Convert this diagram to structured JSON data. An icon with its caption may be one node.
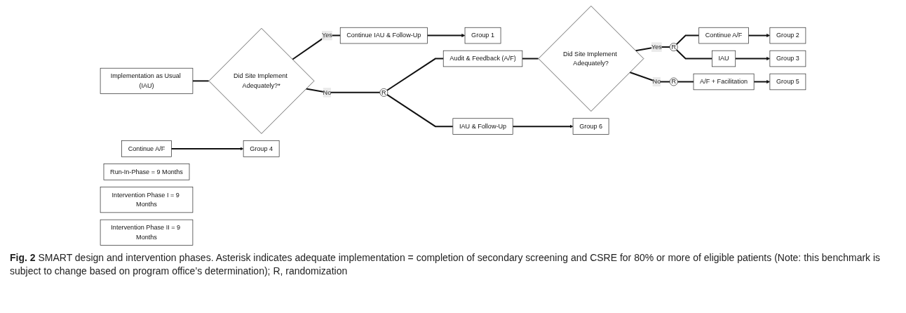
{
  "diagram": {
    "caption": "**Fig. 2** SMART design and intervention phases. Asterisk indicates adequate implementation = completion of secondary screening and CSRE for 80% or more of eligible patients (Note: this benchmark is subject to change based on program office’s determination); R, randomization",
    "nodes": [
      {
        "text": [
          "Implementation as Usual (IAU)"
        ]
      },
      {
        "text": [
          "Did Site Implement Adequately?*"
        ]
      },
      {
        "text": [
          "Continue IAU & Follow-Up"
        ]
      },
      {
        "text": [
          "Group 1"
        ]
      },
      {
        "text": [
          "R"
        ]
      },
      {
        "text": [
          "Audit & Feedback (A/F)"
        ]
      },
      {
        "text": [
          "Did Site Implement Adequately?"
        ]
      },
      {
        "text": [
          "R"
        ]
      },
      {
        "text": [
          "Continue A/F"
        ]
      },
      {
        "text": [
          "Group 2"
        ]
      },
      {
        "text": [
          "IAU"
        ]
      },
      {
        "text": [
          "Group 3"
        ]
      },
      {
        "text": [
          "Continue A/F"
        ]
      },
      {
        "text": [
          "Group 4"
        ]
      },
      {
        "text": [
          "R"
        ]
      },
      {
        "text": [
          "A/F + Facilitation"
        ]
      },
      {
        "text": [
          "Group 5"
        ]
      },
      {
        "text": [
          "IAU & Follow-Up"
        ]
      },
      {
        "text": [
          "Group 6"
        ]
      },
      {
        "text": [
          "Run-In-Phase = 9 Months"
        ]
      },
      {
        "text": [
          "Intervention Phase I = 9 Months"
        ]
      },
      {
        "text": [
          "Intervention Phase II = 9 Months"
        ]
      }
    ],
    "edges": [
      {
        "from": 0,
        "to": 1,
        "arrow": "none"
      },
      {
        "from": 1,
        "to": 2,
        "arrow": "none",
        "label": "Yes"
      },
      {
        "from": 1,
        "to": 4,
        "arrow": "none",
        "label": "No"
      },
      {
        "from": 4,
        "to": 5,
        "arrow": "none"
      },
      {
        "from": 4,
        "to": 17,
        "arrow": "none"
      },
      {
        "from": 5,
        "to": 6,
        "arrow": "none"
      },
      {
        "from": 6,
        "to": 7,
        "arrow": "none",
        "label": "Yes"
      },
      {
        "from": 6,
        "to": 14,
        "arrow": "none",
        "label": "No"
      },
      {
        "from": 7,
        "to": 8,
        "arrow": "none"
      },
      {
        "from": 7,
        "to": 10,
        "arrow": "none"
      },
      {
        "from": 14,
        "to": 15,
        "arrow": "none"
      },
      {
        "from": 2,
        "to": 3,
        "arrow": "to"
      },
      {
        "from": 8,
        "to": 9,
        "arrow": "to"
      },
      {
        "from": 10,
        "to": 11,
        "arrow": "to"
      },
      {
        "from": 12,
        "to": 13,
        "arrow": "to"
      },
      {
        "from": 15,
        "to": 16,
        "arrow": "to"
      },
      {
        "from": 17,
        "to": 18,
        "arrow": "to"
      }
    ]
  }
}
